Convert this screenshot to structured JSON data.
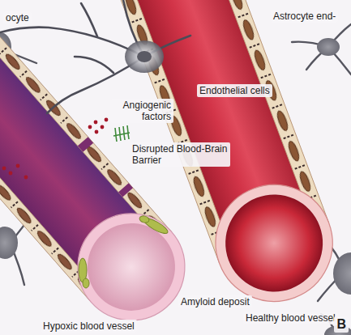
{
  "diagram": {
    "labels": [
      "ocyte",
      "Astrocyte end-",
      "Endothelial cells",
      "Angiogenic factors",
      "Disrupted Blood-Brain Barrier",
      "Amyloid deposit",
      "Healthy blood vessel",
      "Hypoxic blood vessel",
      "B"
    ]
  }
}
